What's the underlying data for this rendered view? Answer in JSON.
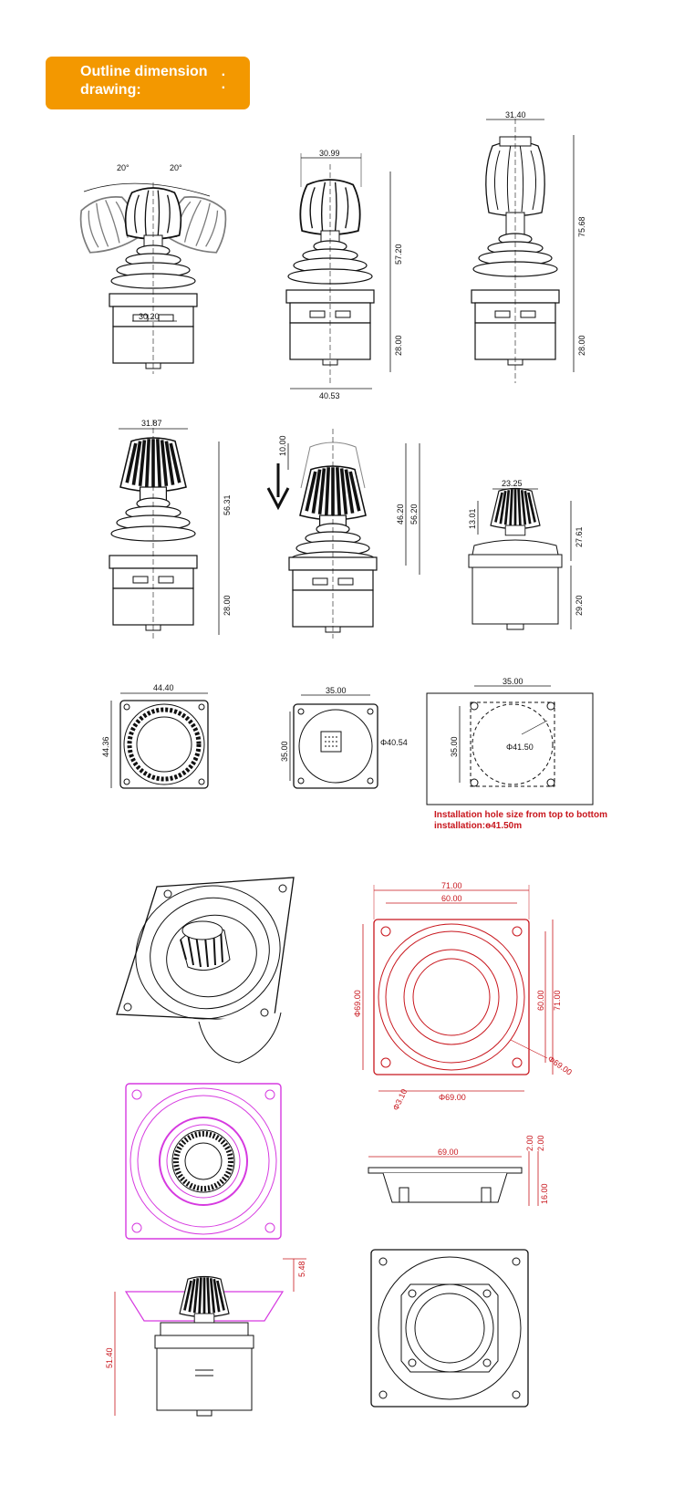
{
  "header": {
    "title": "Outline dimension drawing:"
  },
  "colors": {
    "accent": "#f39800",
    "red": "#c8161d",
    "magenta": "#d63ae0",
    "line": "#111111"
  },
  "dims": {
    "tilt_left": "20°",
    "tilt_right": "20°",
    "d1_base": "30.20",
    "d2_top": "30.99",
    "d2_height": "57.20",
    "d2_base_h": "28.00",
    "d2_width": "40.53",
    "d3_top": "31.40",
    "d3_height": "75.68",
    "d3_base_h": "28.00",
    "d4_top": "31.87",
    "d4_height": "56.31",
    "d4_base_h": "28.00",
    "d5_press": "10.00",
    "d5_h1": "46.20",
    "d5_h2": "56.20",
    "d6_top": "23.25",
    "d6_knob": "13.01",
    "d6_h": "27.61",
    "d6_base": "29.20",
    "t1_w": "44.40",
    "t1_h": "44.36",
    "t2_w": "35.00",
    "t2_h": "35.00",
    "t2_dia": "Φ40.54",
    "t3_w": "35.00",
    "t3_h": "35.00",
    "t3_dia": "Φ41.50",
    "f_w1": "71.00",
    "f_w2": "60.00",
    "f_h1": "Φ69.00",
    "f_h2": "60.00",
    "f_h3": "71.00",
    "f_circ": "Φ69.00",
    "f_bottom": "Φ69.00",
    "f_hole": "Φ3.10",
    "side_w": "69.00",
    "side_a": "2.00",
    "side_b": "2.00",
    "side_c": "16.00",
    "low_top": "5.48",
    "low_h": "51.40"
  },
  "note": "Installation hole size from top to bottom installation:ɵ41.50m"
}
